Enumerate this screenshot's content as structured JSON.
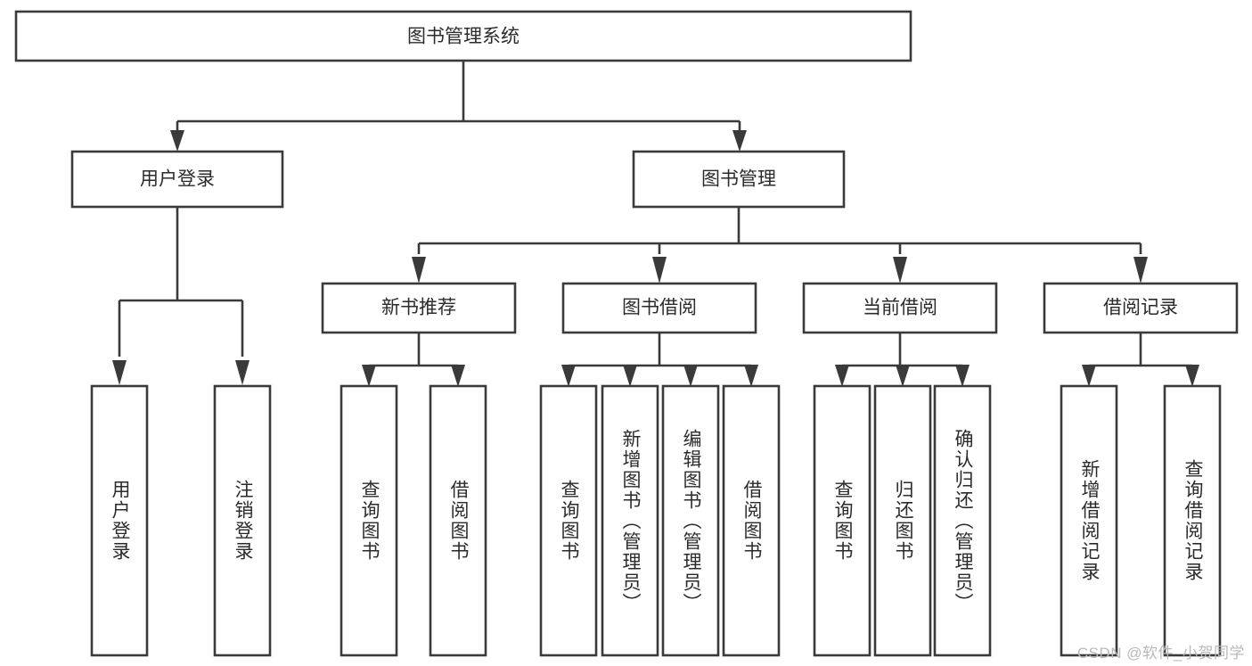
{
  "diagram": {
    "title": "图书管理系统",
    "type": "hierarchy-tree",
    "watermark": "CSDN @软件_小贺同学",
    "colors": {
      "stroke": "#3a3a3a",
      "box_fill": "#ffffff",
      "text": "#2b2b2b",
      "background": "#ffffff",
      "watermark": "#b9b9b9"
    },
    "root": {
      "label": "图书管理系统"
    },
    "level2": [
      {
        "label": "用户登录"
      },
      {
        "label": "图书管理"
      }
    ],
    "level3": [
      {
        "label": "新书推荐"
      },
      {
        "label": "图书借阅"
      },
      {
        "label": "当前借阅"
      },
      {
        "label": "借阅记录"
      }
    ],
    "leaves": {
      "user_login": [
        {
          "label": "用户登录"
        },
        {
          "label": "注销登录"
        }
      ],
      "new_book_recommend": [
        {
          "label": "查询图书"
        },
        {
          "label": "借阅图书"
        }
      ],
      "book_borrow": [
        {
          "label": "查询图书"
        },
        {
          "label": "新增图书（管理员）"
        },
        {
          "label": "编辑图书（管理员）"
        },
        {
          "label": "借阅图书"
        }
      ],
      "current_borrow": [
        {
          "label": "查询图书"
        },
        {
          "label": "归还图书"
        },
        {
          "label": "确认归还（管理员）"
        }
      ],
      "borrow_record": [
        {
          "label": "新增借阅记录"
        },
        {
          "label": "查询借阅记录"
        }
      ]
    }
  }
}
